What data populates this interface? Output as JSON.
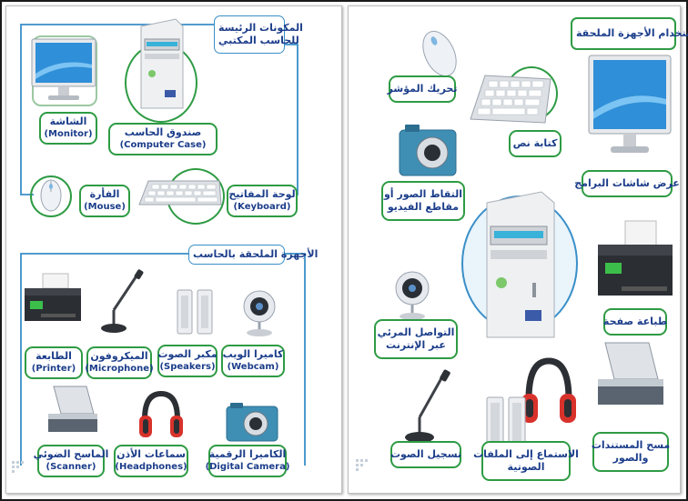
{
  "left": {
    "section1": {
      "title_line1": "المكونات الرئيسة",
      "title_line2": "للحاسب المكتبي"
    },
    "monitor": {
      "ar": "الشاشة",
      "en": "(Monitor)"
    },
    "case": {
      "ar": "صندوق الحاسب",
      "en": "(Computer Case)"
    },
    "mouse": {
      "ar": "الفأرة",
      "en": "(Mouse)"
    },
    "keyboard": {
      "ar": "لوحة المفاتيح",
      "en": "(Keyboard)"
    },
    "section2": {
      "title": "الأجهزة الملحقة بالحاسب"
    },
    "webcam": {
      "ar": "كاميرا الويب",
      "en": "(Webcam)"
    },
    "speakers": {
      "ar": "مكبر الصوت",
      "en": "(Speakers)"
    },
    "microphone": {
      "ar": "الميكروفون",
      "en": "(Microphone)"
    },
    "printer": {
      "ar": "الطابعة",
      "en": "(Printer)"
    },
    "camera": {
      "ar": "الكاميرا الرقمية",
      "en": "(Digital Camera)"
    },
    "headphones": {
      "ar": "سماعات الأذن",
      "en": "(Headphones)"
    },
    "scanner": {
      "ar": "الماسح الضوئي",
      "en": "(Scanner)"
    }
  },
  "right": {
    "title": "استخدام الأجهزة الملحقة",
    "cursor": "تحريك المؤشر",
    "typing": "كتابة نص",
    "display": "عرض شاشات البرامج",
    "capture": {
      "line1": "التقاط الصور أو",
      "line2": "مقاطع الفيديو"
    },
    "comm": {
      "line1": "التواصل المرئي",
      "line2": "عبر الإنترنت"
    },
    "print": "طباعة صفحة",
    "scan": {
      "line1": "مسح المستندات",
      "line2": "والصور"
    },
    "listen": {
      "line1": "الاستماع إلى الملفات",
      "line2": "الصوتية"
    },
    "record": "تسجيل الصوت"
  },
  "colors": {
    "label_border": "#2e9b44",
    "label_text": "#1b3d8a",
    "title_border": "#3a8fc8"
  }
}
